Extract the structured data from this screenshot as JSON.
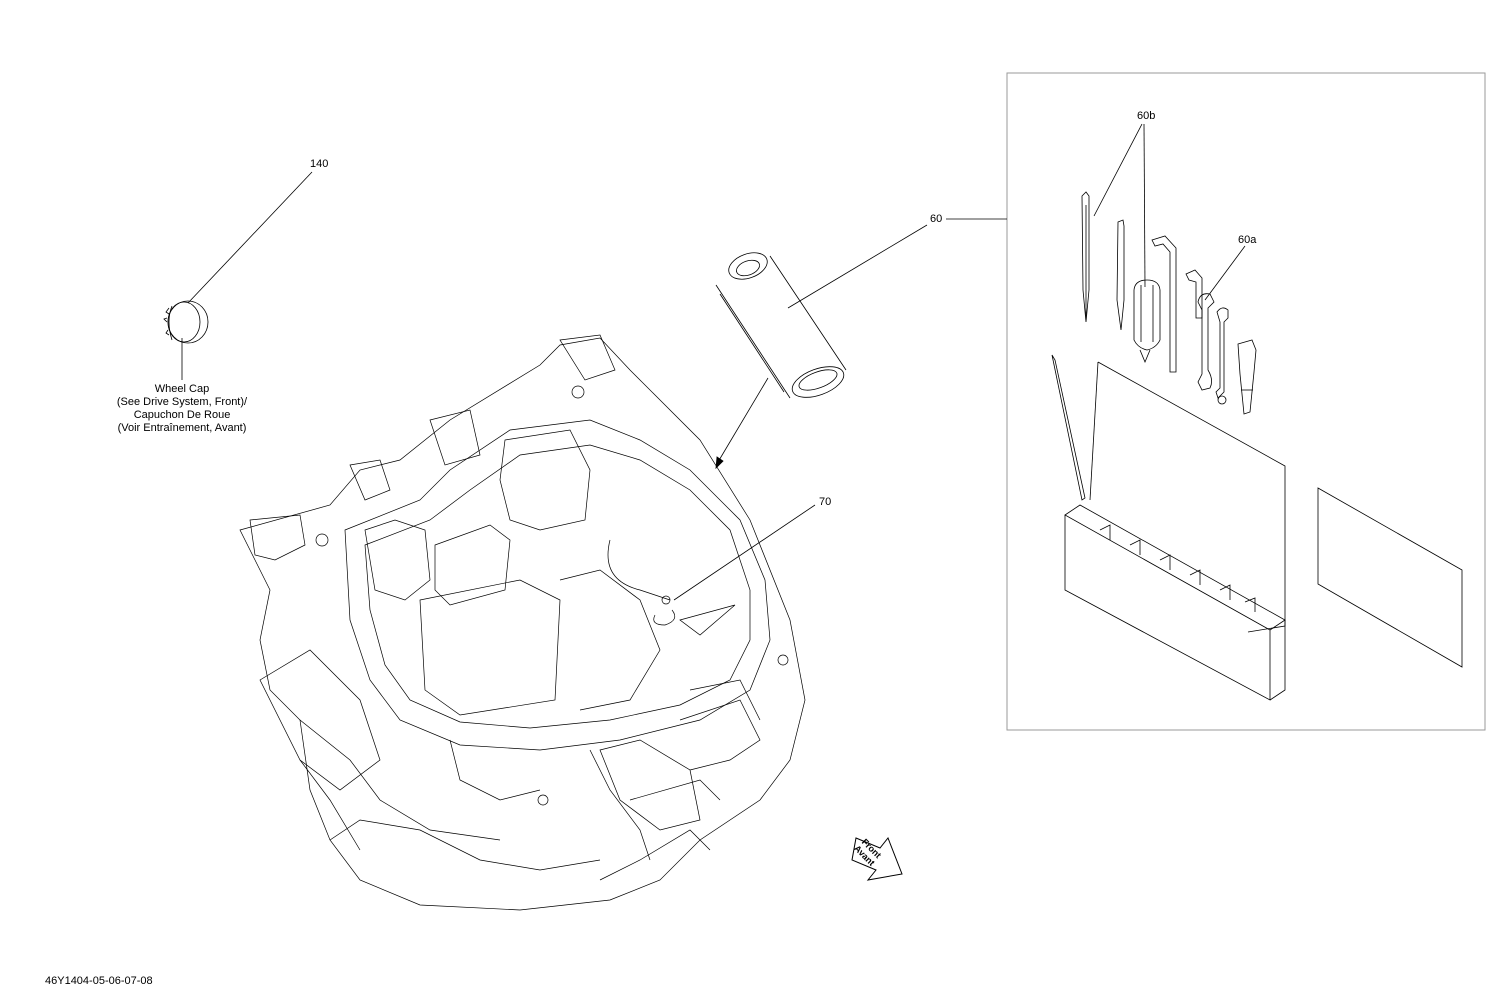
{
  "callouts": {
    "c140": "140",
    "c60": "60",
    "c60b": "60b",
    "c60a": "60a",
    "c70": "70"
  },
  "wheel_cap_note": [
    "Wheel Cap",
    "(See Drive System, Front)/",
    "Capuchon De Roue",
    "(Voir Entraînement, Avant)"
  ],
  "front_arrow": {
    "line1": "Front",
    "line2": "Avant"
  },
  "drawing_id": "46Y1404-05-06-07-08",
  "colors": {
    "line": "#000000",
    "background": "#ffffff",
    "box_border": "#9a9a9a"
  }
}
